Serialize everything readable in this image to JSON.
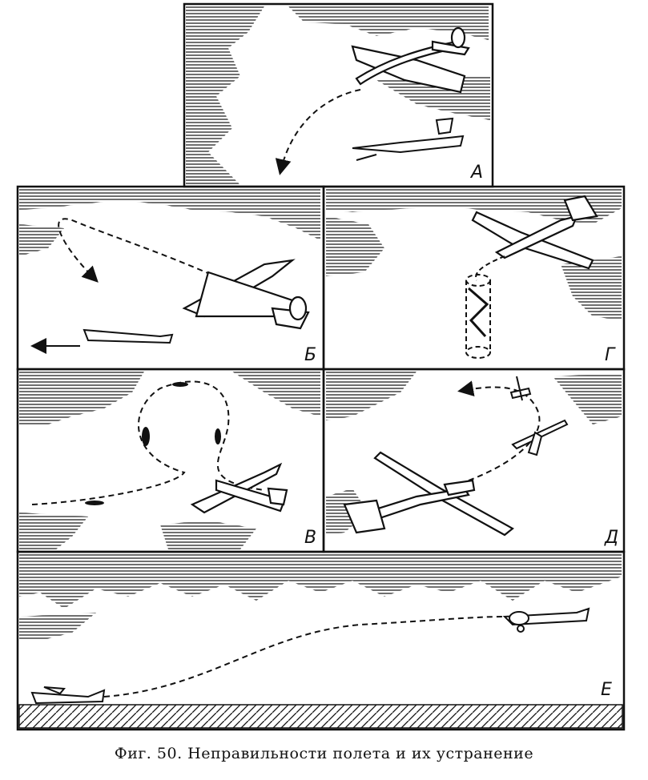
{
  "figure": {
    "caption": "Фиг. 50. Неправильности полета и их устранение",
    "panels": [
      {
        "id": "A",
        "label": "А"
      },
      {
        "id": "B",
        "label": "Б"
      },
      {
        "id": "G",
        "label": "Г"
      },
      {
        "id": "V",
        "label": "В"
      },
      {
        "id": "D",
        "label": "Д"
      },
      {
        "id": "E",
        "label": "Е"
      }
    ]
  },
  "colors": {
    "ink": "#111111",
    "paper": "#ffffff"
  }
}
